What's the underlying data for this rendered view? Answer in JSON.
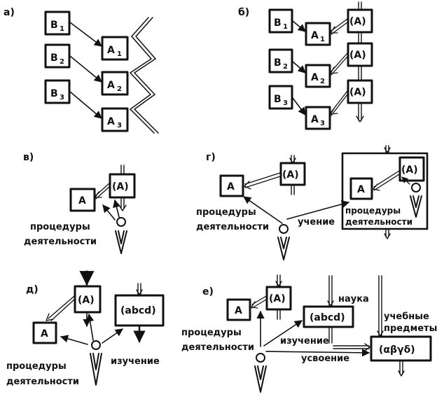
{
  "panels": {
    "a": {
      "tag": "а)",
      "b_letter": "B",
      "a_letter": "A",
      "subs": [
        "1",
        "2",
        "3"
      ]
    },
    "b": {
      "tag": "б)",
      "b_letter": "B",
      "a_letter": "A",
      "subs": [
        "1",
        "2",
        "3"
      ],
      "paren_a": "(A)"
    },
    "v": {
      "tag": "в)",
      "a_box": "A",
      "paren_a": "(A)",
      "caption_l1": "процедуры",
      "caption_l2": "деятельности"
    },
    "g": {
      "tag": "г)",
      "a_box": "A",
      "paren_a": "(A)",
      "caption_l1": "процедуры",
      "caption_l2": "деятельности",
      "learning": "учение",
      "inner_a": "A",
      "inner_paren_a": "(A)",
      "inner_caption_l1": "процедуры",
      "inner_caption_l2": "деятельности"
    },
    "d": {
      "tag": "д)",
      "a_box": "A",
      "paren_a": "(A)",
      "abcd": "(abcd)",
      "caption_l1": "процедуры",
      "caption_l2": "деятельности",
      "study": "изучение"
    },
    "e": {
      "tag": "е)",
      "a_box": "A",
      "paren_a": "(A)",
      "abcd": "(abcd)",
      "science": "наука",
      "subjects_l1": "учебные",
      "subjects_l2": "предметы",
      "greek": "(αβγδ)",
      "caption_l1": "процедуры",
      "caption_l2": "деятельности",
      "study": "изучение",
      "assimilation": "усвоение"
    }
  }
}
